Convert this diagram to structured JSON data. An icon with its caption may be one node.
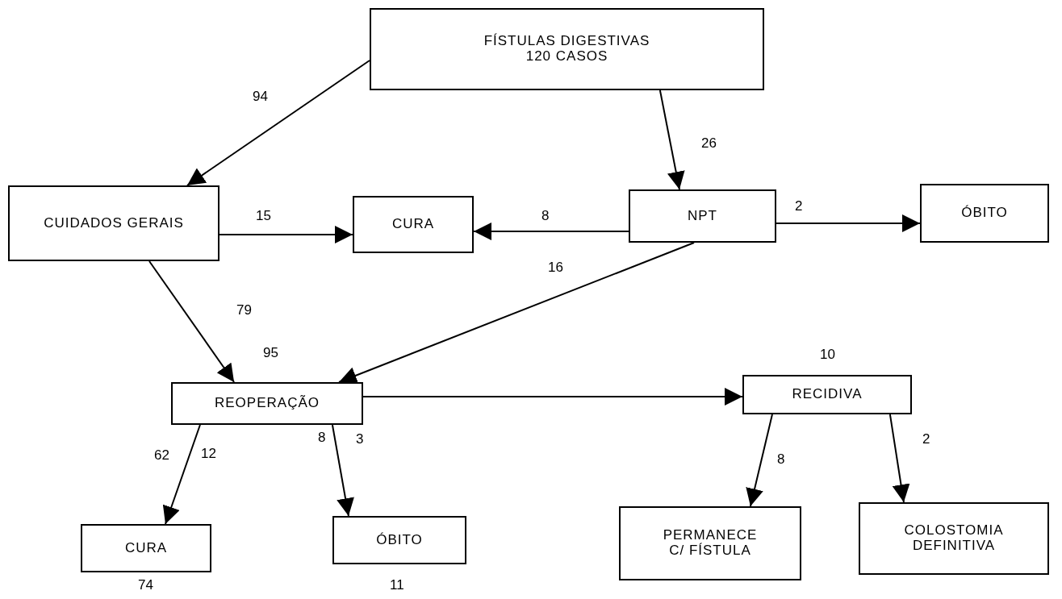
{
  "diagram": {
    "nodes": [
      {
        "text": [
          "FÍSTULAS DIGESTIVAS 120 CASOS"
        ]
      },
      {
        "text": [
          "CUIDADOS GERAIS"
        ]
      },
      {
        "text": [
          "CURA"
        ]
      },
      {
        "text": [
          "NPT"
        ]
      },
      {
        "text": [
          "ÓBITO"
        ]
      },
      {
        "text": [
          "REOPERAÇÃO"
        ],
        "beside": [
          "95"
        ]
      },
      {
        "text": [
          "RECIDIVA"
        ],
        "beside": [
          "10"
        ]
      },
      {
        "text": [
          "CURA"
        ],
        "beside": [
          "74"
        ]
      },
      {
        "text": [
          "ÓBITO"
        ],
        "beside": [
          "11"
        ]
      },
      {
        "text": [
          "PERMANECE C/ FÍSTULA"
        ]
      },
      {
        "text": [
          "COLOSTOMIA DEFINITIVA"
        ]
      }
    ],
    "edges": [
      {
        "from": 0,
        "to": 1,
        "arrow": "to",
        "label": "94"
      },
      {
        "from": 0,
        "to": 3,
        "arrow": "to",
        "label": "26"
      },
      {
        "from": 1,
        "to": 2,
        "arrow": "to",
        "label": "15"
      },
      {
        "from": 3,
        "to": 2,
        "arrow": "to",
        "label": "8"
      },
      {
        "from": 3,
        "to": 4,
        "arrow": "to",
        "label": "2"
      },
      {
        "from": 1,
        "to": 5,
        "arrow": "to",
        "label": "79"
      },
      {
        "from": 3,
        "to": 5,
        "arrow": "to",
        "label": "16"
      },
      {
        "from": 5,
        "to": 6,
        "arrow": "to"
      },
      {
        "from": 5,
        "to": 7,
        "arrow": "to"
      },
      {
        "from": 5,
        "to": 8,
        "arrow": "to"
      },
      {
        "from": 6,
        "to": 9,
        "arrow": "to",
        "label": "8"
      },
      {
        "from": 6,
        "to": 10,
        "arrow": "to",
        "label": "2"
      }
    ],
    "labels": [
      "62",
      "12",
      "8",
      "3"
    ]
  }
}
